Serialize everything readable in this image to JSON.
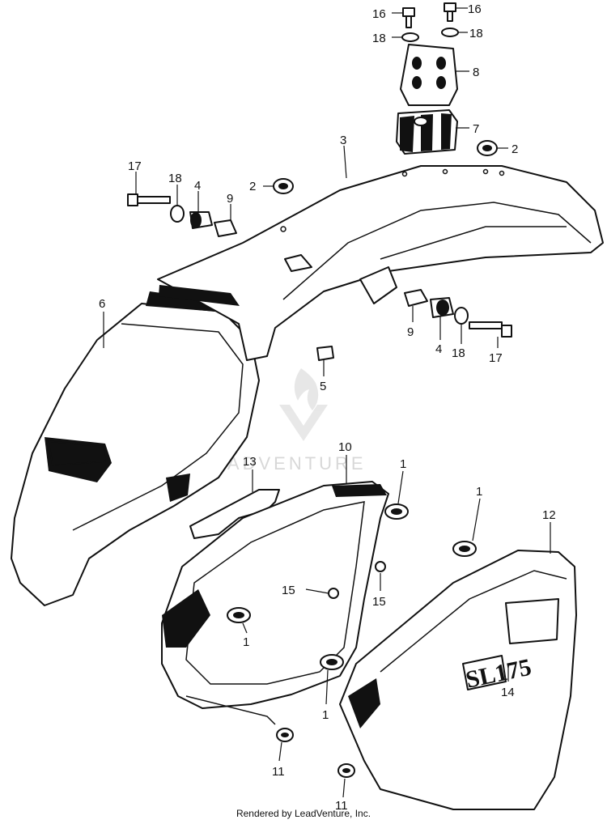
{
  "watermark": "LEADVENTURE",
  "footer": "Rendered by LeadVenture, Inc.",
  "badge_text": "SL175",
  "callouts": [
    {
      "id": "c16a",
      "label": "16"
    },
    {
      "id": "c16b",
      "label": "16"
    },
    {
      "id": "c18a",
      "label": "18"
    },
    {
      "id": "c18b",
      "label": "18"
    },
    {
      "id": "c8",
      "label": "8"
    },
    {
      "id": "c7",
      "label": "7"
    },
    {
      "id": "c2a",
      "label": "2"
    },
    {
      "id": "c3",
      "label": "3"
    },
    {
      "id": "c17a",
      "label": "17"
    },
    {
      "id": "c18c",
      "label": "18"
    },
    {
      "id": "c4a",
      "label": "4"
    },
    {
      "id": "c9a",
      "label": "9"
    },
    {
      "id": "c2b",
      "label": "2"
    },
    {
      "id": "c6",
      "label": "6"
    },
    {
      "id": "c9b",
      "label": "9"
    },
    {
      "id": "c4b",
      "label": "4"
    },
    {
      "id": "c18d",
      "label": "18"
    },
    {
      "id": "c17b",
      "label": "17"
    },
    {
      "id": "c5",
      "label": "5"
    },
    {
      "id": "c13",
      "label": "13"
    },
    {
      "id": "c10",
      "label": "10"
    },
    {
      "id": "c1a",
      "label": "1"
    },
    {
      "id": "c1b",
      "label": "1"
    },
    {
      "id": "c12",
      "label": "12"
    },
    {
      "id": "c15a",
      "label": "15"
    },
    {
      "id": "c15b",
      "label": "15"
    },
    {
      "id": "c1c",
      "label": "1"
    },
    {
      "id": "c1d",
      "label": "1"
    },
    {
      "id": "c14",
      "label": "14"
    },
    {
      "id": "c11a",
      "label": "11"
    },
    {
      "id": "c11b",
      "label": "11"
    }
  ]
}
